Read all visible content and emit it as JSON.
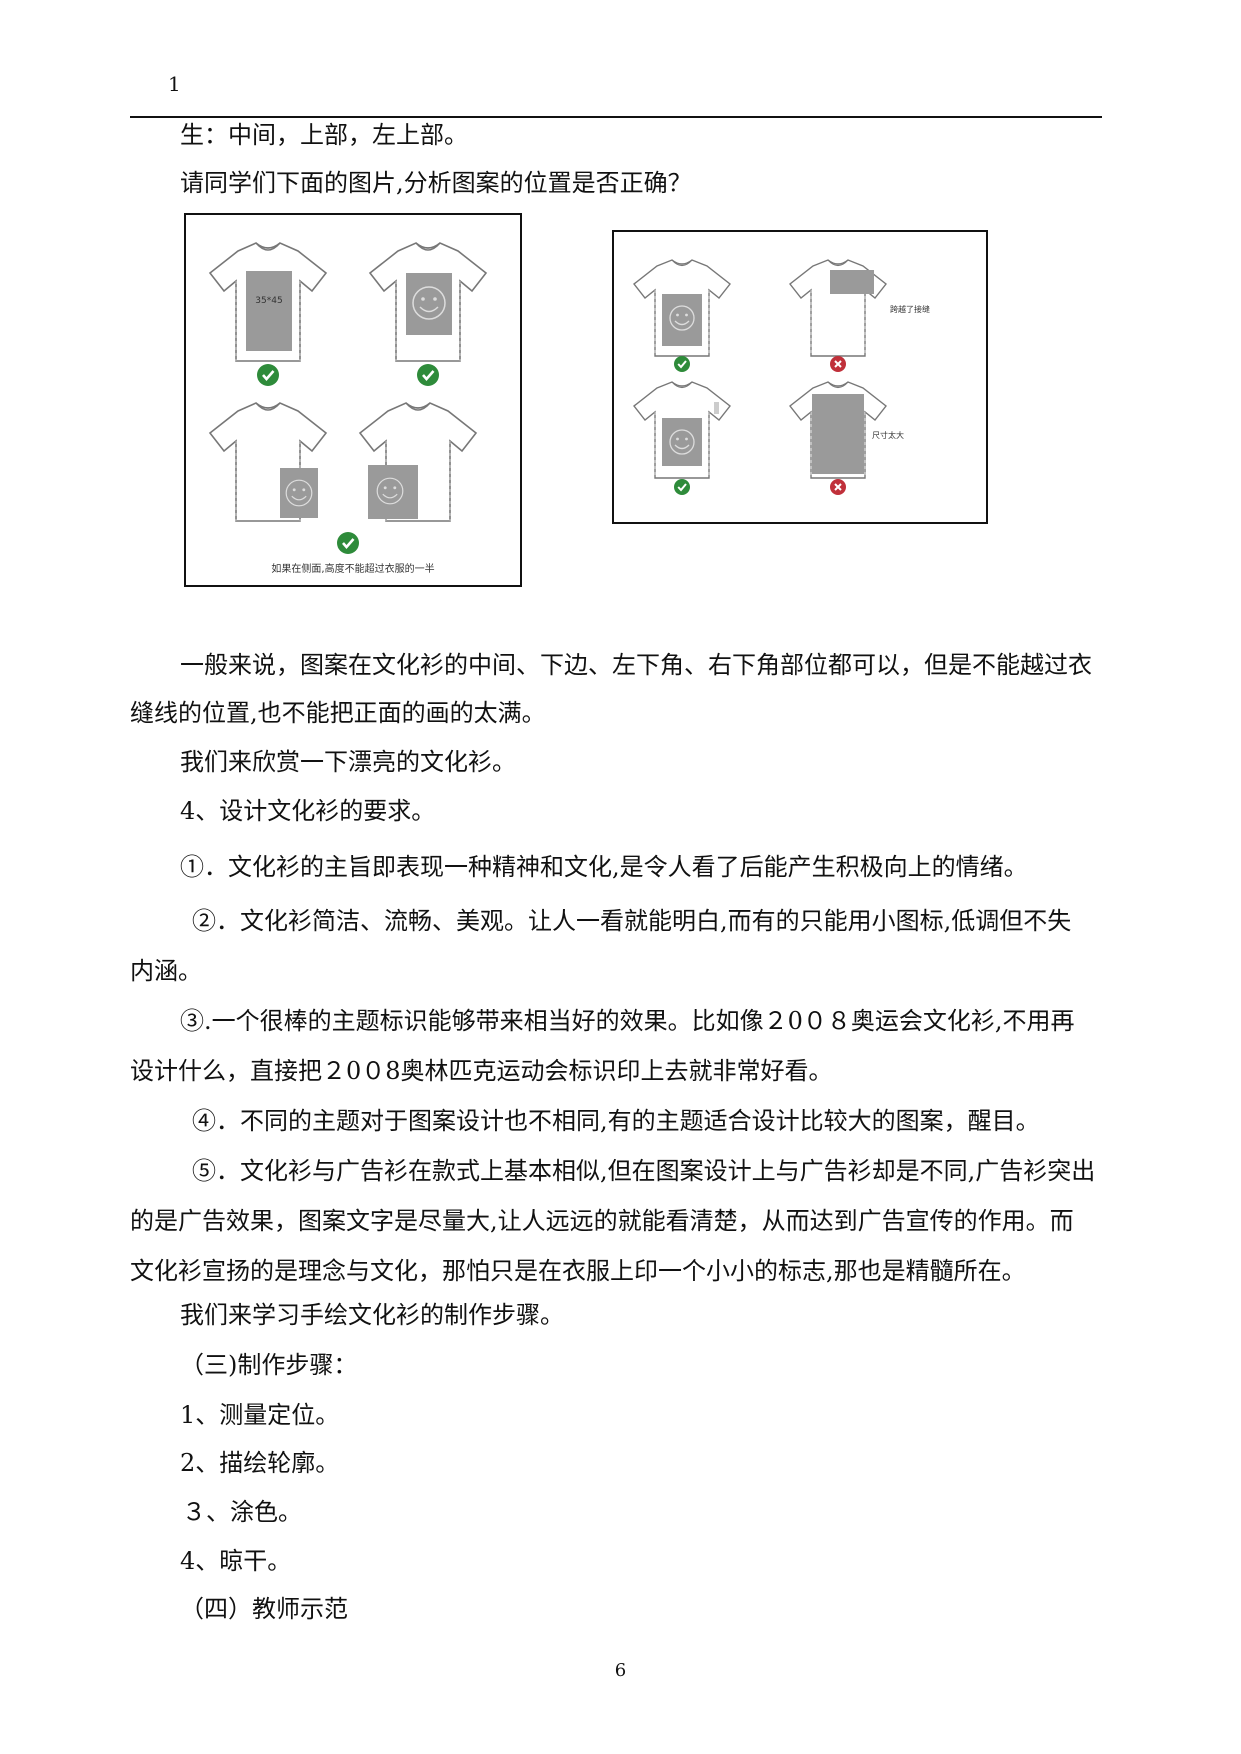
{
  "header": {
    "number": "1"
  },
  "lines": {
    "l1": "生：中间，上部，左上部。",
    "l2": "请同学们下面的图片,分析图案的位置是否正确？",
    "l3": "一般来说，图案在文化衫的中间、下边、左下角、右下角部位都可以，但是不能越过衣",
    "l4": "缝线的位置,也不能把正面的画的太满。",
    "l5": "我们来欣赏一下漂亮的文化衫。",
    "l6": "4、设计文化衫的要求。",
    "l7": "①．文化衫的主旨即表现一种精神和文化,是令人看了后能产生积极向上的情绪。",
    "l8": "②．文化衫简洁、流畅、美观。让人一看就能明白,而有的只能用小图标,低调但不失",
    "l9": "内涵。",
    "l10": "③.一个很棒的主题标识能够带来相当好的效果。比如像２0０８奥运会文化衫,不用再",
    "l11": "设计什么，直接把２0０8奥林匹克运动会标识印上去就非常好看。",
    "l12": "④．不同的主题对于图案设计也不相同,有的主题适合设计比较大的图案，醒目。",
    "l13": "⑤．文化衫与广告衫在款式上基本相似,但在图案设计上与广告衫却是不同,广告衫突出",
    "l14": "的是广告效果，图案文字是尽量大,让人远远的就能看清楚，从而达到广告宣传的作用。而",
    "l15": "文化衫宣扬的是理念与文化，那怕只是在衣服上印一个小小的标志,那也是精髓所在。",
    "l16": "我们来学习手绘文化衫的制作步骤。",
    "l17": "（三)制作步骤：",
    "l18": "1、测量定位。",
    "l19": "2、描绘轮廓。",
    "l20": "３、涂色。",
    "l21": "4、晾干。",
    "l22": "（四）教师示范"
  },
  "figure_left": {
    "print_label": "35*45",
    "caption": "如果在侧面,高度不能超过衣服的一半"
  },
  "figure_right": {
    "label_seam": "跨越了接缝",
    "label_size": "尺寸太大"
  },
  "colors": {
    "check": "#2e8b3a",
    "cross": "#c0303a",
    "print": "#9a9a9a"
  },
  "footer": {
    "page_number": "6"
  }
}
